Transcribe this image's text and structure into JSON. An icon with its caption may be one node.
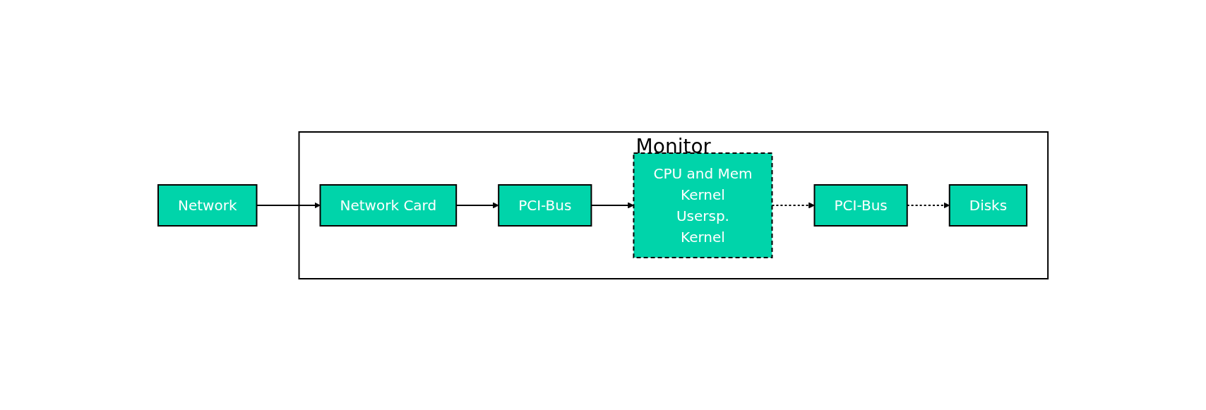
{
  "diagram": {
    "nodes": [
      {
        "text": [
          "Network"
        ]
      },
      {
        "text": [
          "Monitor"
        ]
      },
      {
        "text": [
          "Network Card"
        ],
        "in": 1
      },
      {
        "text": [
          "PCI-Bus"
        ],
        "in": 1
      },
      {
        "text": [
          "CPU and Mem",
          "Kernel",
          "Usersp.",
          "Kernel"
        ],
        "in": 1
      },
      {
        "text": [
          "Disks"
        ],
        "in": 1
      },
      {
        "text": [
          "PCI-Bus"
        ],
        "in": 1
      }
    ],
    "edges": [
      {
        "from": 0,
        "to": 2,
        "arrow": "to"
      },
      {
        "from": 2,
        "to": 3,
        "arrow": "to"
      },
      {
        "from": 3,
        "to": 4,
        "arrow": "to"
      },
      {
        "from": 4,
        "to": 6,
        "arrow": "to",
        "style": "dashed"
      },
      {
        "from": 6,
        "to": 5,
        "arrow": "to",
        "style": "dashed"
      }
    ]
  }
}
